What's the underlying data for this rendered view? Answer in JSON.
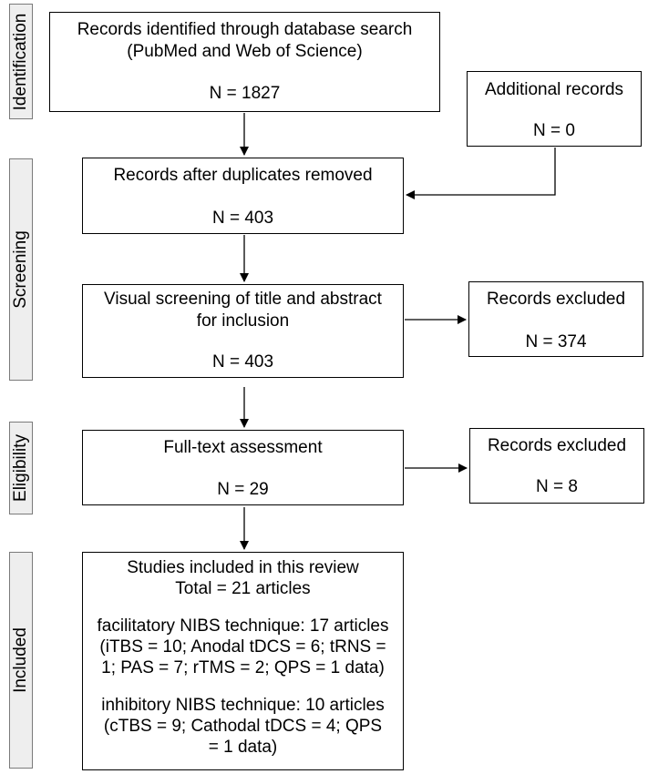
{
  "stages": {
    "identification": "Identification",
    "screening": "Screening",
    "eligibility": "Eligibility",
    "included": "Included"
  },
  "boxes": {
    "identified": {
      "line1": "Records identified through database search",
      "line2": "(PubMed and Web of Science)",
      "count": "N = 1827"
    },
    "additional": {
      "title": "Additional records",
      "count": "N = 0"
    },
    "duplicates": {
      "title": "Records after duplicates removed",
      "count": "N = 403"
    },
    "visual": {
      "line1": "Visual screening of title and abstract",
      "line2": "for inclusion",
      "count": "N = 403"
    },
    "excluded1": {
      "title": "Records excluded",
      "count": "N = 374"
    },
    "fulltext": {
      "title": "Full-text assessment",
      "count": "N = 29"
    },
    "excluded2": {
      "title": "Records excluded",
      "count": "N = 8"
    },
    "included": {
      "line1": "Studies included in this review",
      "line2": "Total = 21 articles",
      "fac1": "facilitatory NIBS technique: 17 articles",
      "fac2": "(iTBS = 10; Anodal tDCS = 6; tRNS =",
      "fac3": "1; PAS = 7; rTMS = 2; QPS = 1 data)",
      "inh1": "inhibitory NIBS technique: 10 articles",
      "inh2": "(cTBS = 9; Cathodal tDCS = 4; QPS",
      "inh3": "= 1 data)"
    }
  }
}
